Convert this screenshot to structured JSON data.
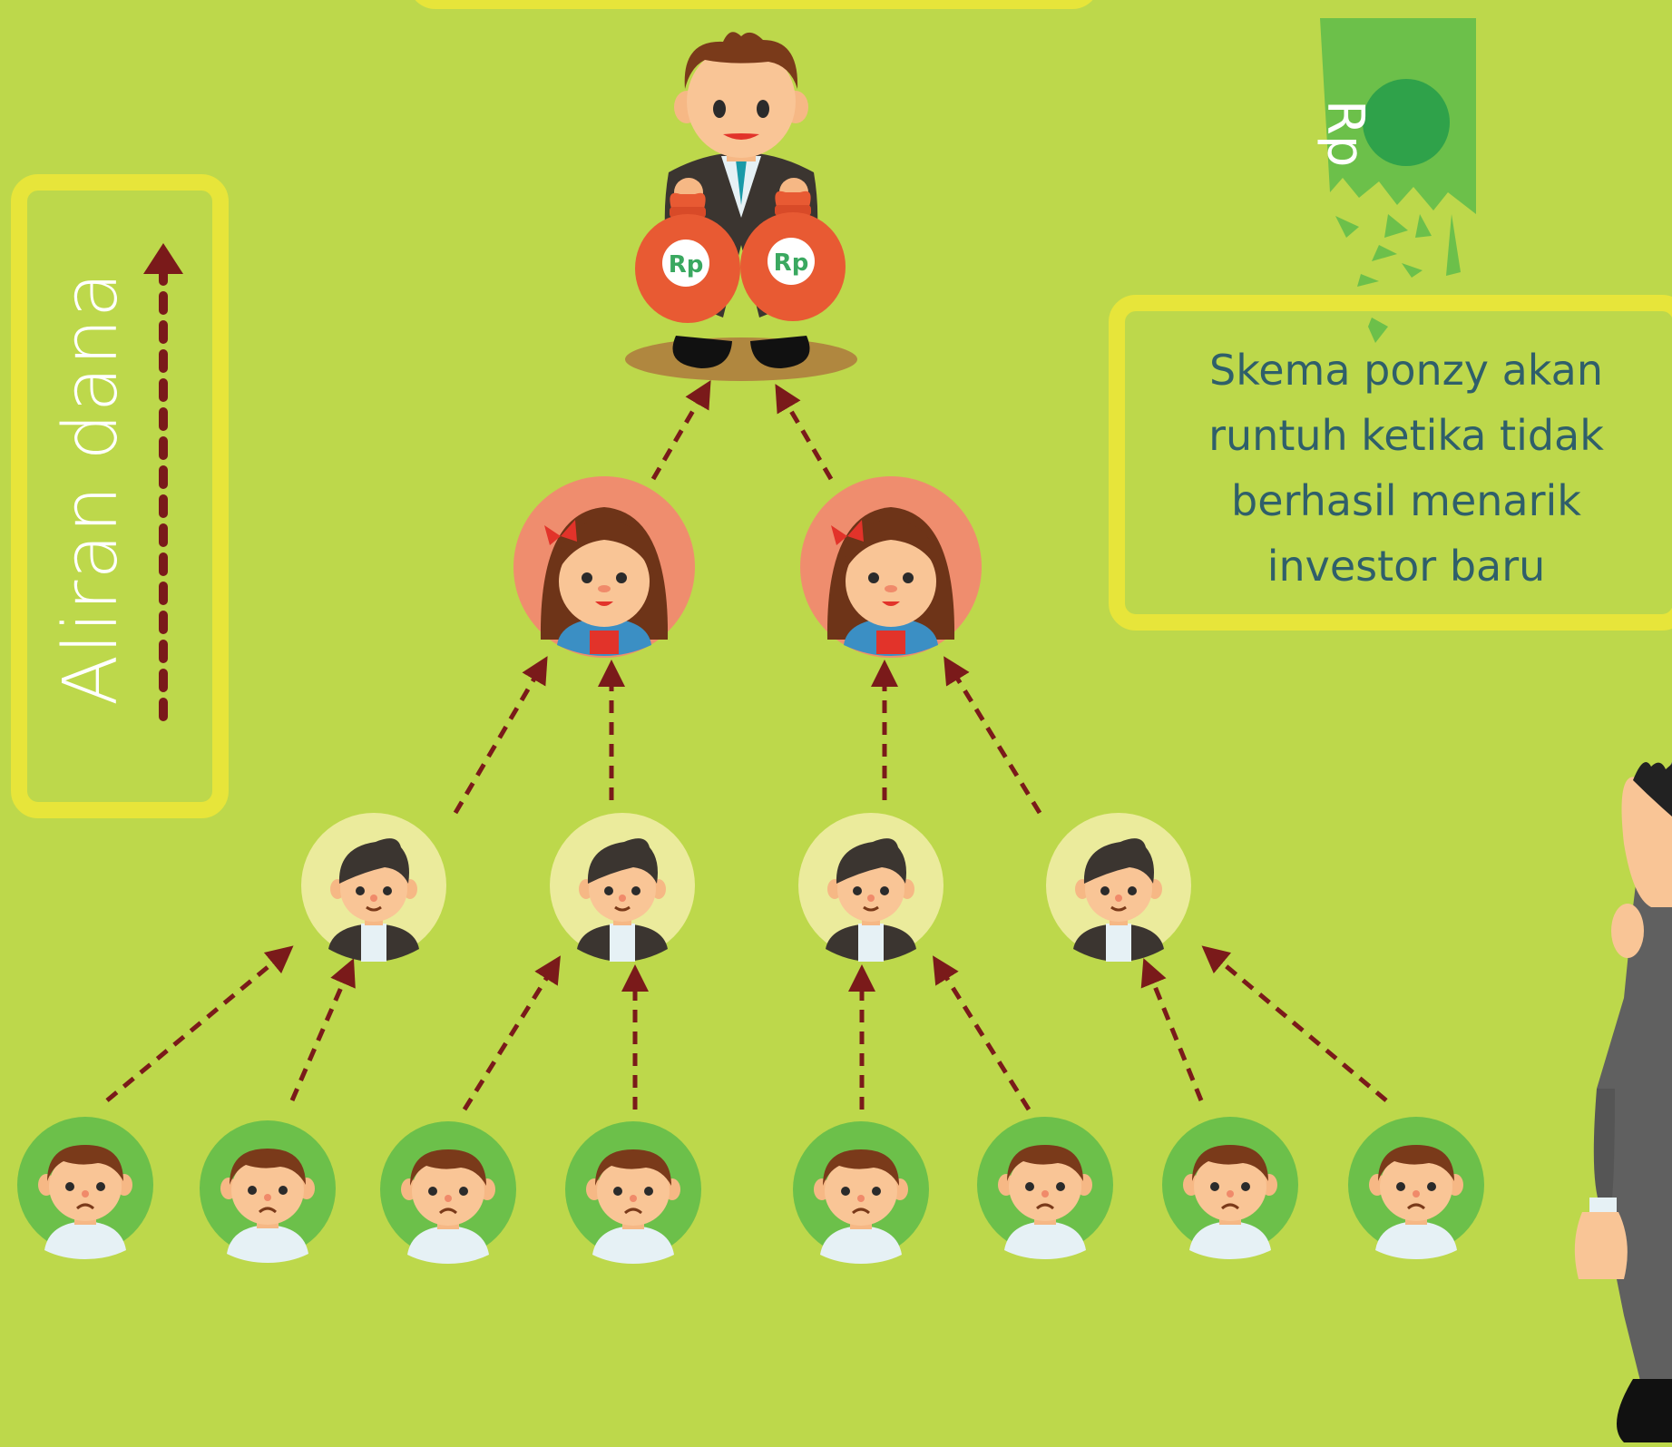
{
  "flow_label": "Aliran dana",
  "note": "Skema ponzy akan runtuh ketika tidak berhasil menarik investor baru",
  "currency_symbol": "Rp",
  "colors": {
    "background": "#bdd84b",
    "frame": "#e7e53a",
    "arrow": "#7a1a1a",
    "note_text": "#2f5f6a",
    "flag": "#6cc04a"
  },
  "hierarchy": {
    "top": {
      "name": "ponzi-operator",
      "bags": 2
    },
    "level_1": {
      "name": "recruiter-woman",
      "count": 2
    },
    "level_2": {
      "name": "recruiter-man",
      "count": 4
    },
    "level_3": {
      "name": "investor-sad",
      "count": 8
    }
  }
}
